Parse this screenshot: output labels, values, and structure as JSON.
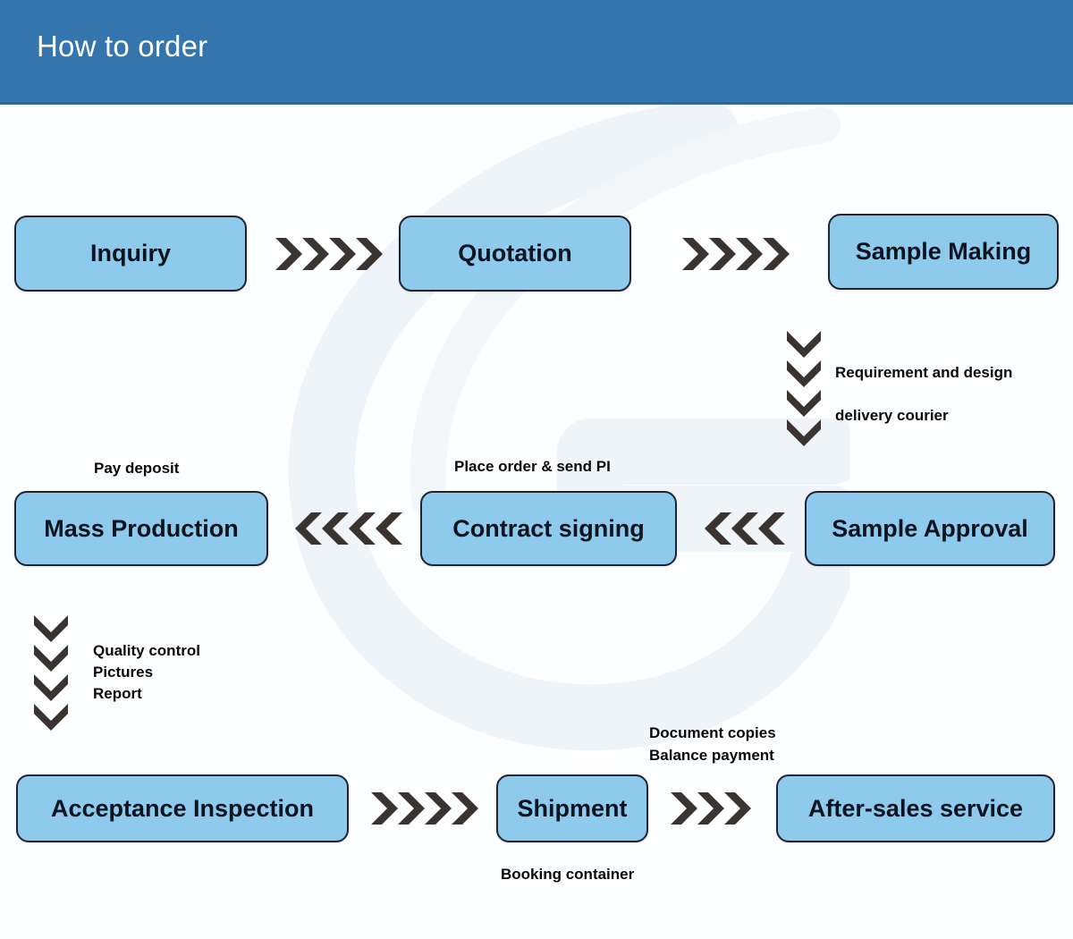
{
  "header": {
    "title": "How to order",
    "bg_color": "#3375AC",
    "text_color": "#FFFFFF"
  },
  "theme": {
    "node_fill": "#8ECAEC",
    "node_border": "#1F2430",
    "node_text": "#0D1420",
    "chevron_color": "#3A332F",
    "annotation_color": "#0A0A0A",
    "page_bg": "#FDFEFF"
  },
  "flow": {
    "title": "How to order",
    "type": "process-flow",
    "nodes": [
      {
        "id": "inquiry",
        "label": "Inquiry",
        "row": 1,
        "col": 1
      },
      {
        "id": "quotation",
        "label": "Quotation",
        "row": 1,
        "col": 2
      },
      {
        "id": "sample-making",
        "label": "Sample Making",
        "row": 1,
        "col": 3
      },
      {
        "id": "mass-production",
        "label": "Mass Production",
        "row": 2,
        "col": 1
      },
      {
        "id": "contract-signing",
        "label": "Contract signing",
        "row": 2,
        "col": 2
      },
      {
        "id": "sample-approval",
        "label": "Sample Approval",
        "row": 2,
        "col": 3
      },
      {
        "id": "acceptance-inspection",
        "label": "Acceptance Inspection",
        "row": 3,
        "col": 1
      },
      {
        "id": "shipment",
        "label": "Shipment",
        "row": 3,
        "col": 2
      },
      {
        "id": "after-sales-service",
        "label": "After-sales service",
        "row": 3,
        "col": 3
      }
    ],
    "connectors": [
      {
        "id": "inquiry-to-quotation",
        "from": "inquiry",
        "to": "quotation",
        "direction": "right",
        "chevrons": 4,
        "label": ""
      },
      {
        "id": "quotation-to-sample-making",
        "from": "quotation",
        "to": "sample-making",
        "direction": "right",
        "chevrons": 4,
        "label": ""
      },
      {
        "id": "sample-making-to-sample-approval",
        "from": "sample-making",
        "to": "sample-approval",
        "direction": "down",
        "chevrons": 4,
        "label": "Requirement and design\ndelivery courier"
      },
      {
        "id": "sample-approval-to-contract",
        "from": "sample-approval",
        "to": "contract-signing",
        "direction": "left",
        "chevrons": 3,
        "label": "Place order & send PI"
      },
      {
        "id": "contract-to-mass-production",
        "from": "contract-signing",
        "to": "mass-production",
        "direction": "left",
        "chevrons": 4,
        "label": "Pay deposit"
      },
      {
        "id": "mass-production-to-acceptance",
        "from": "mass-production",
        "to": "acceptance-inspection",
        "direction": "down",
        "chevrons": 4,
        "label": "Quality control\nPictures\nReport"
      },
      {
        "id": "acceptance-to-shipment",
        "from": "acceptance-inspection",
        "to": "shipment",
        "direction": "right",
        "chevrons": 4,
        "label": "Booking container"
      },
      {
        "id": "shipment-to-after-sales",
        "from": "shipment",
        "to": "after-sales-service",
        "direction": "right",
        "chevrons": 3,
        "label": "Document copies\nBalance payment"
      }
    ]
  },
  "annotations": {
    "requirement_design": "Requirement and design",
    "delivery_courier": "delivery courier",
    "pay_deposit": "Pay deposit",
    "place_order": "Place order & send PI",
    "quality_block": "Quality control\nPictures\nReport",
    "document_block": "Document copies\nBalance payment",
    "booking_container": "Booking container"
  }
}
